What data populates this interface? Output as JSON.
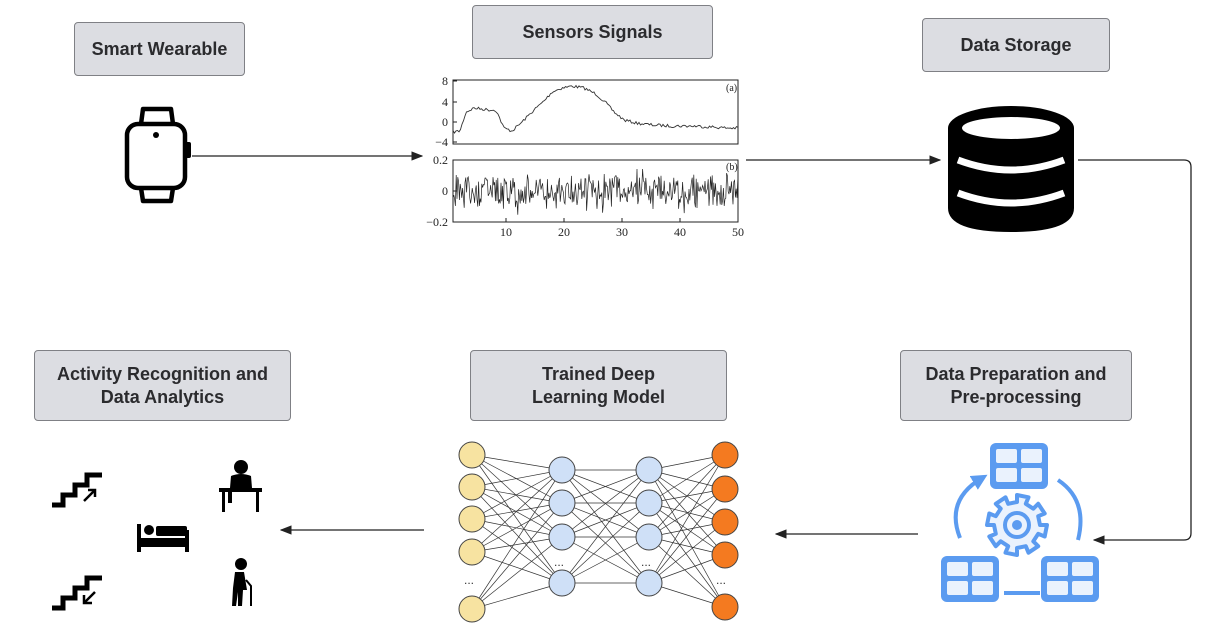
{
  "boxes": {
    "smart_wearable": "Smart Wearable",
    "sensors_signals": "Sensors Signals",
    "data_storage": "Data Storage",
    "activity_recognition": "Activity Recognition and\nData Analytics",
    "trained_model": "Trained Deep\nLearning Model",
    "data_preparation": "Data Preparation and\nPre-processing"
  },
  "signal_plot": {
    "top": {
      "label": "(a)",
      "y_ticks": [
        "8",
        "4",
        "0",
        "−4"
      ]
    },
    "bottom": {
      "label": "(b)",
      "y_ticks": [
        "0.2",
        "0",
        "−0.2"
      ]
    },
    "x_ticks": [
      "10",
      "20",
      "30",
      "40",
      "50"
    ]
  },
  "network": {
    "layer_colors": [
      "#f7e3a1",
      "#cfe0f7",
      "#cfe0f7",
      "#f47a20"
    ],
    "ellipsis": "..."
  },
  "icons": {
    "wearable": "smartwatch-icon",
    "storage": "database-icon",
    "preparation": "data-processing-cycle-icon",
    "activities": [
      "stairs-up-icon",
      "person-at-desk-icon",
      "bed-icon",
      "stairs-down-icon",
      "elderly-walking-cane-icon"
    ]
  },
  "colors": {
    "box_fill": "#dcdde2",
    "box_border": "#7f8085",
    "prep_icon_blue": "#5b9bf0"
  }
}
